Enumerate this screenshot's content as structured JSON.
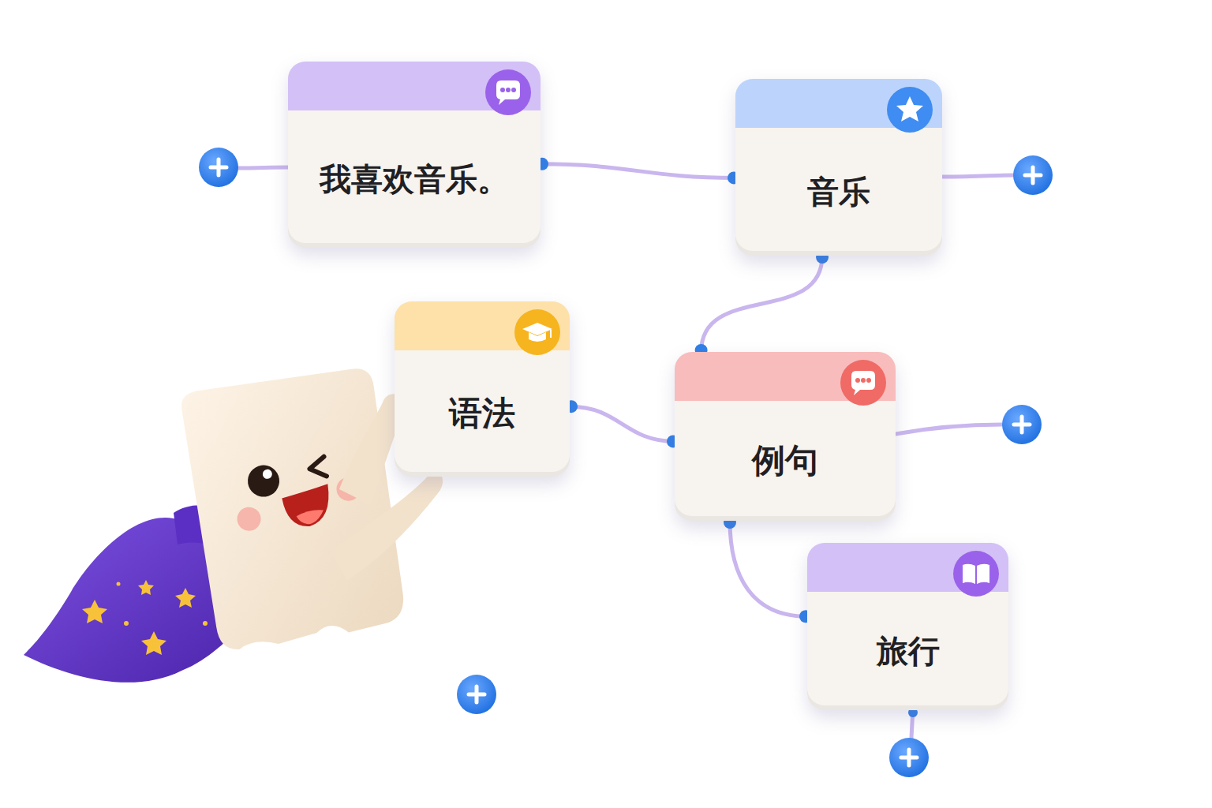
{
  "diagram": {
    "nodes": [
      {
        "text": [
          "我喜欢音乐。"
        ]
      },
      {
        "text": [
          "音乐"
        ]
      },
      {
        "text": [
          "语法"
        ]
      },
      {
        "text": [
          "例句"
        ]
      },
      {
        "text": [
          "旅行"
        ]
      }
    ],
    "edges": [
      {
        "from": 0,
        "to": 1,
        "arrow": "none"
      },
      {
        "from": 1,
        "to": 3,
        "arrow": "none"
      },
      {
        "from": 2,
        "to": 3,
        "arrow": "none"
      },
      {
        "from": 3,
        "to": 4,
        "arrow": "none"
      }
    ]
  }
}
